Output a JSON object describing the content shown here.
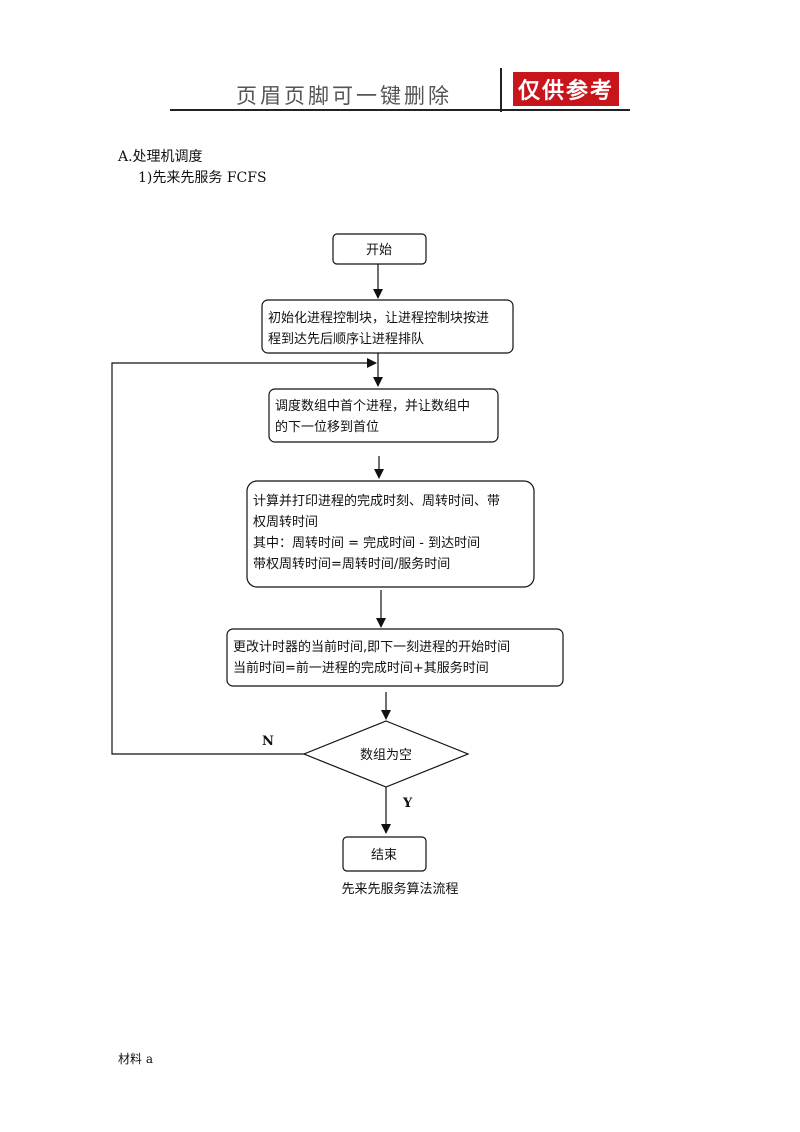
{
  "header": {
    "text": "页眉页脚可一键删除",
    "stamp": "仅供参考"
  },
  "section": {
    "title": "A.处理机调度",
    "subtitle": "1)先来先服务 FCFS"
  },
  "flowchart": {
    "start": "开始",
    "init_line1": "初始化进程控制块，让进程控制块按进",
    "init_line2": "程到达先后顺序让进程排队",
    "dispatch_line1": "调度数组中首个进程，并让数组中",
    "dispatch_line2": "的下一位移到首位",
    "calc_line1": "计算并打印进程的完成时刻、周转时间、带",
    "calc_line2": "权周转时间",
    "calc_line3": "其中：周转时间 = 完成时间 - 到达时间",
    "calc_line4": "带权周转时间=周转时间/服务时间",
    "update_line1": "更改计时器的当前时间,即下一刻进程的开始时间",
    "update_line2": "当前时间=前一进程的完成时间+其服务时间",
    "decision": "数组为空",
    "no_label": "N",
    "yes_label": "Y",
    "end": "结束",
    "caption": "先来先服务算法流程"
  },
  "footer": {
    "text": "材料 a"
  }
}
